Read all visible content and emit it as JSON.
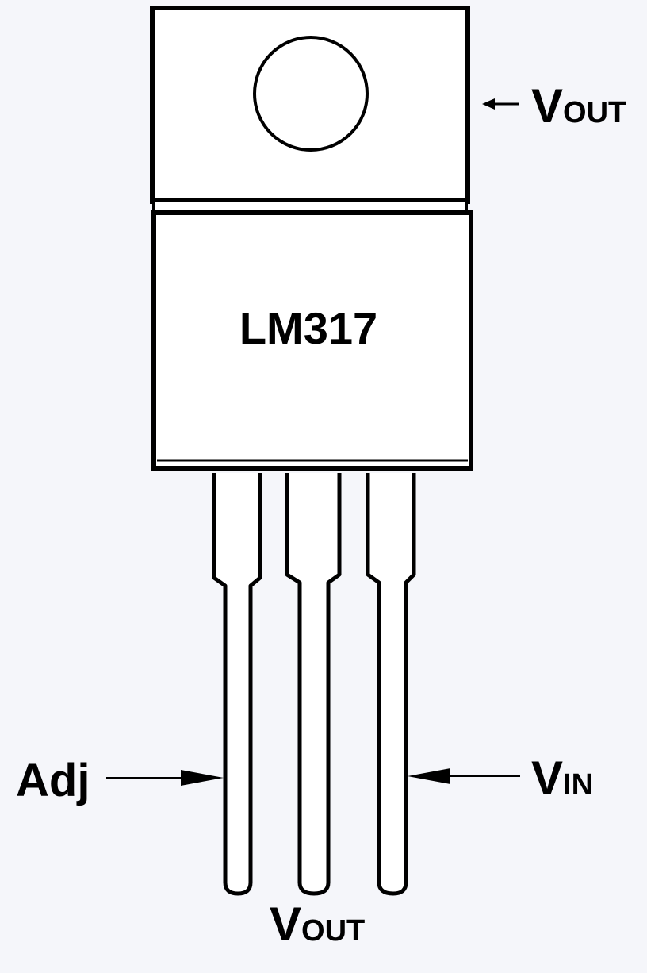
{
  "part_number": "LM317",
  "pins": {
    "tab": {
      "main": "V",
      "sub": "OUT"
    },
    "left": "Adj",
    "middle": {
      "main": "V",
      "sub": "OUT"
    },
    "right": {
      "main": "V",
      "sub": "IN"
    }
  },
  "colors": {
    "background": "#f5f6fa",
    "stroke": "#000000",
    "fill": "#ffffff"
  }
}
